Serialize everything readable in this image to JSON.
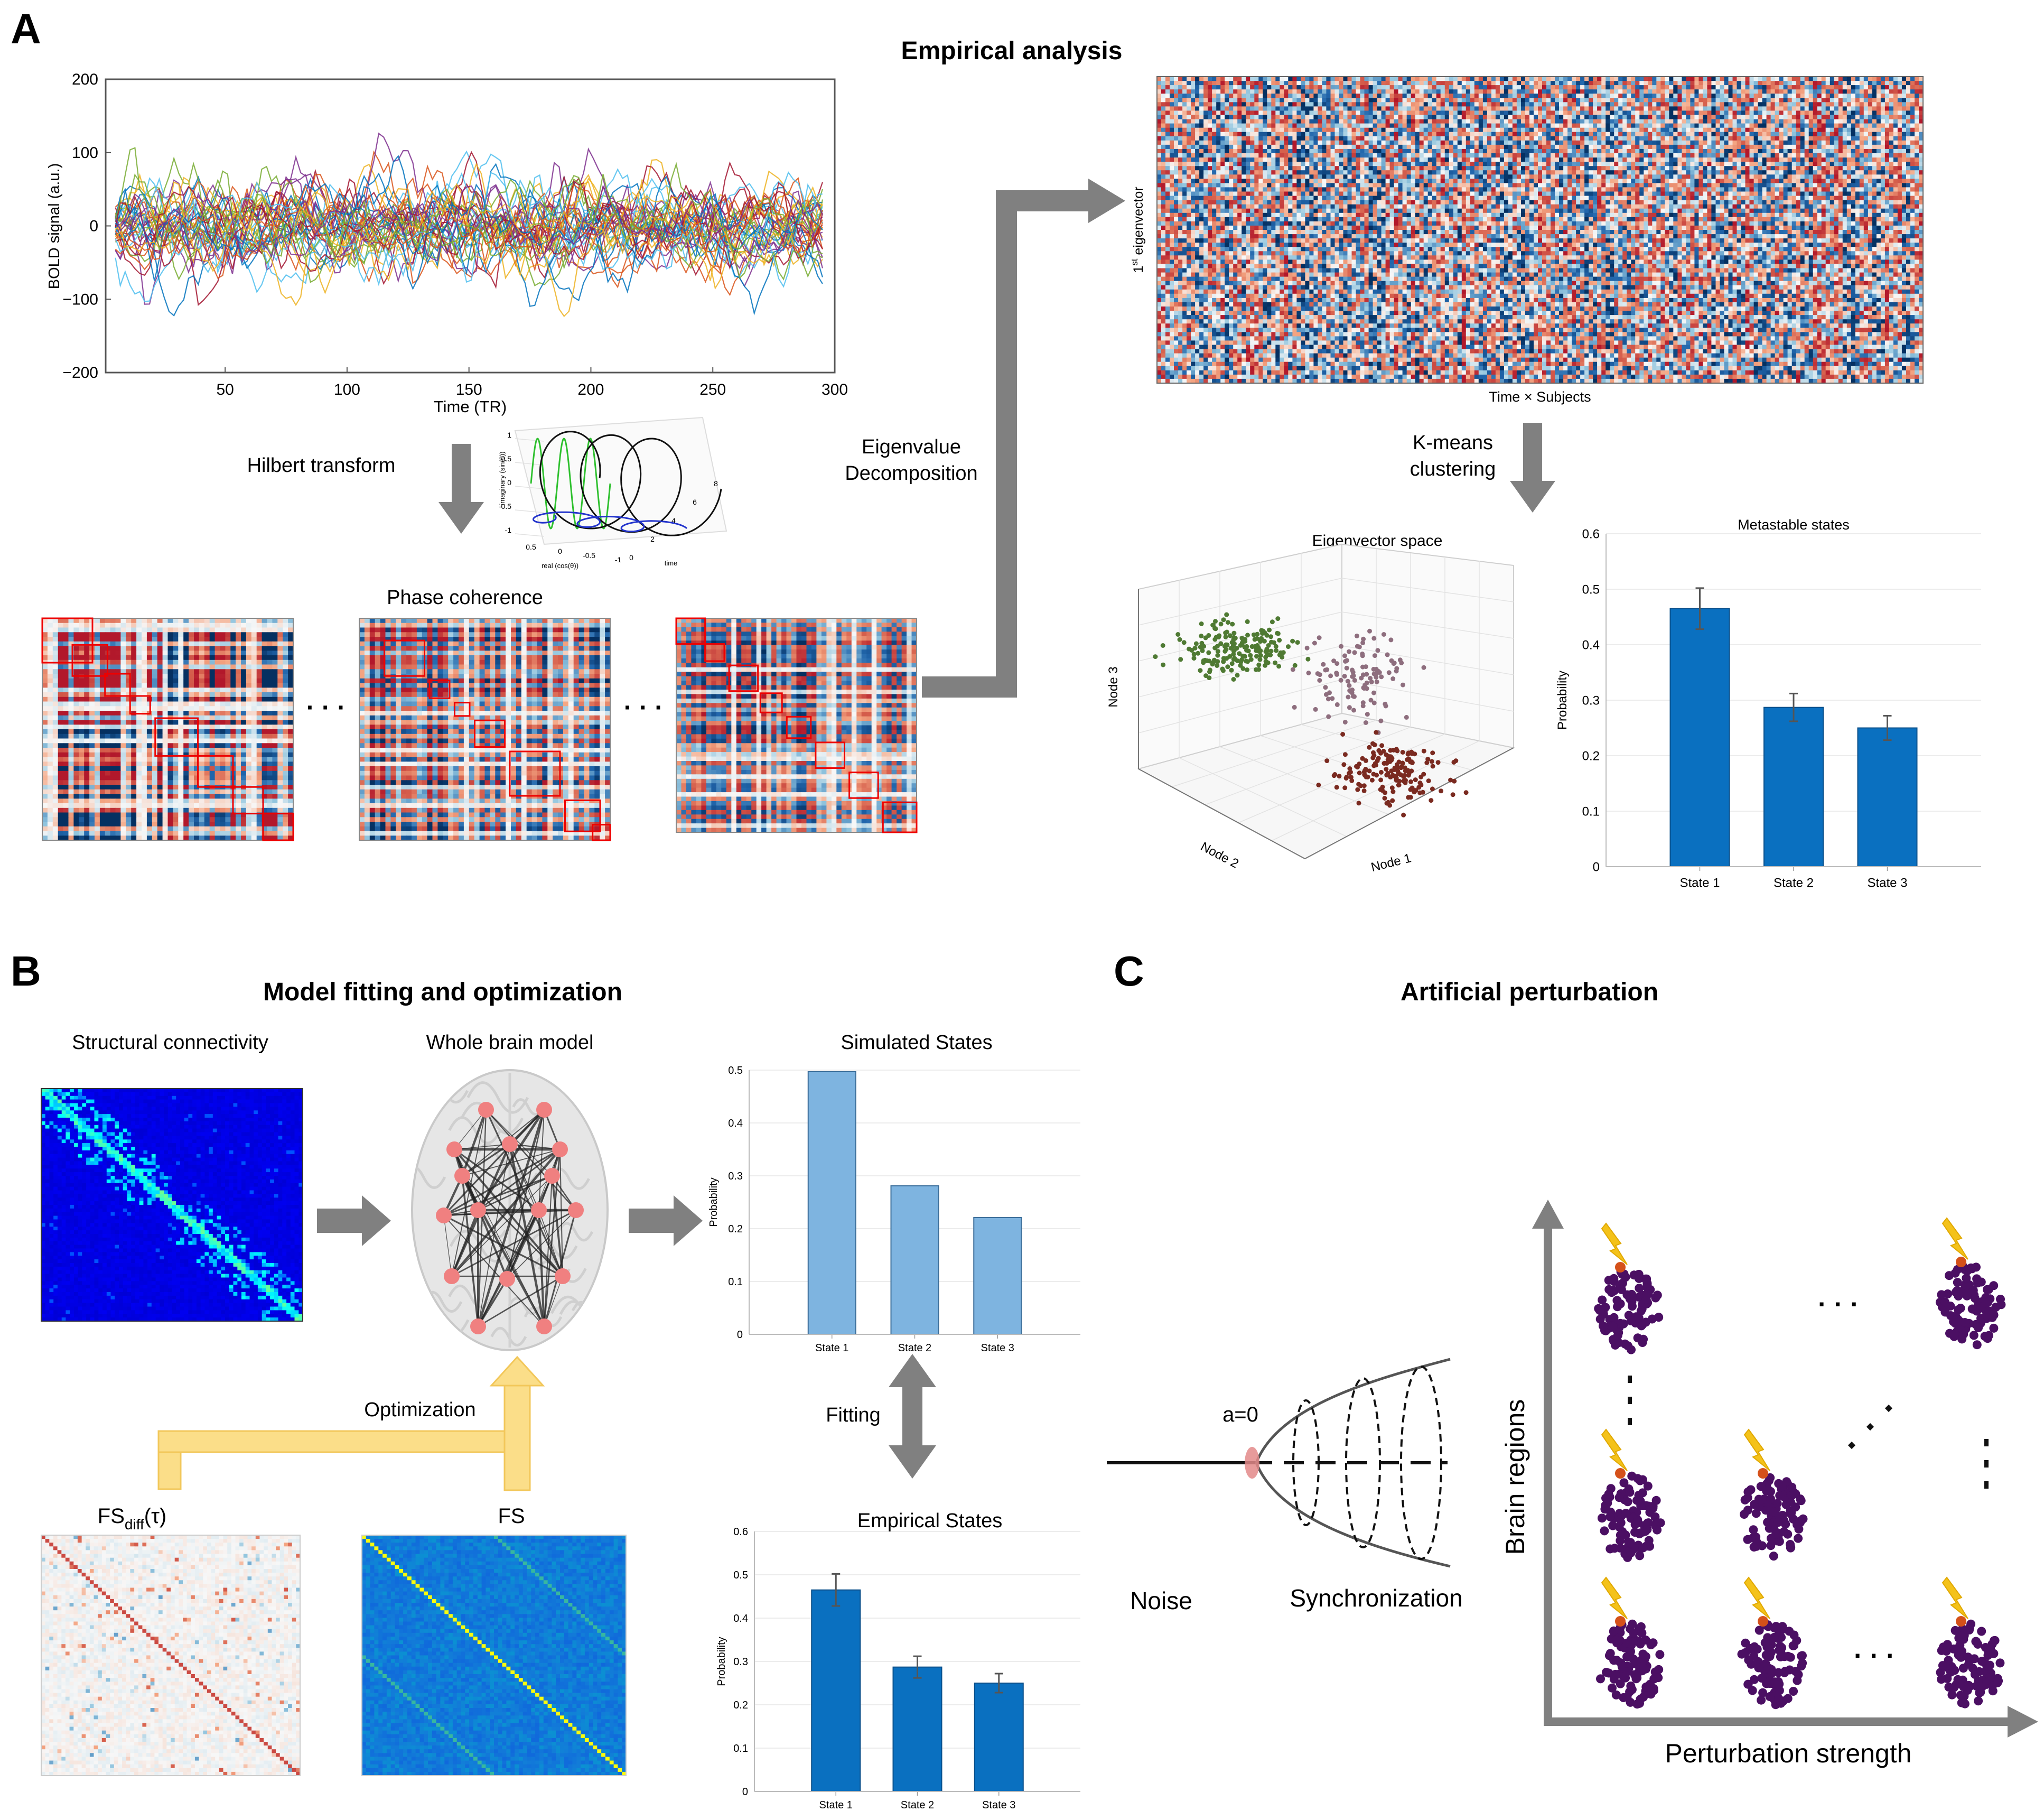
{
  "panels": {
    "A": {
      "letter": "A",
      "title": "Empirical analysis",
      "bold_plot": {
        "ylabel": "BOLD signal (a.u.)",
        "xlabel": "Time (TR)",
        "yticks": [
          "200",
          "100",
          "0",
          "−100",
          "−200"
        ],
        "xticks": [
          "50",
          "100",
          "150",
          "200",
          "250",
          "300"
        ]
      },
      "hilbert_label": "Hilbert transform",
      "hilbert_inset": {
        "ylabel": "imaginary (sin(θ))",
        "xlabel": "real (cos(θ))",
        "tlabel": "time",
        "yticks": [
          "1",
          "0.5",
          "0",
          "-0.5",
          "-1"
        ],
        "xticks": [
          "0.5",
          "0",
          "-0.5",
          "-1"
        ],
        "tticks": [
          "0",
          "2",
          "4",
          "6",
          "8"
        ]
      },
      "phase_coherence_label": "Phase coherence",
      "ellipsis": "· · ·",
      "eigen_label_1": "Eigenvalue",
      "eigen_label_2": "Decomposition",
      "eigenvector_ylabel": "1st eigenvector",
      "eigenvector_ylabel_sup": "st",
      "eigenvector_ylabel_pre": "1",
      "eigenvector_ylabel_post": " eigenvector",
      "eigenvector_xlabel": "Time × Subjects",
      "kmeans_label_1": "K-means",
      "kmeans_label_2": "clustering",
      "scatter": {
        "title": "Eigenvector space",
        "zlabel": "Node 3",
        "xlabel": "Node 1",
        "ylabel": "Node 2"
      }
    },
    "B": {
      "letter": "B",
      "title": "Model fitting and optimization",
      "sc_label": "Structural connectivity",
      "model_label": "Whole brain model",
      "optimization_label": "Optimization",
      "fitting_label": "Fitting",
      "fsdiff_main": "FS",
      "fsdiff_sub": "diff",
      "fsdiff_arg": "(τ)",
      "fs_label": "FS"
    },
    "C": {
      "letter": "C",
      "title": "Artificial perturbation",
      "a_label": "a=0",
      "noise_label": "Noise",
      "sync_label": "Synchronization",
      "yaxis_label": "Brain regions",
      "xaxis_label": "Perturbation strength",
      "ellipsis": "· · ·"
    }
  },
  "colors": {
    "bar_dark": "#0a70c0",
    "bar_light": "#7eb4e0",
    "arrow_gray": "#808080",
    "arrow_yellow": "#fbdd83",
    "node_red": "#f08080",
    "cluster_green": "#4f7a33",
    "cluster_purple": "#8e6e7e",
    "cluster_brown": "#7a2a20",
    "brain_region": "#4b0f63",
    "lightning": "#f4c21a",
    "perturbed_node": "#d5511a"
  },
  "chart_data": [
    {
      "type": "bar",
      "title": "Metastable states",
      "ylabel": "Probability",
      "categories": [
        "State 1",
        "State 2",
        "State 3"
      ],
      "values": [
        0.465,
        0.287,
        0.25
      ],
      "errors": [
        0.037,
        0.025,
        0.022
      ],
      "ylim": [
        0,
        0.6
      ],
      "yticks": [
        0,
        0.1,
        0.2,
        0.3,
        0.4,
        0.5,
        0.6
      ],
      "grid": true
    },
    {
      "type": "bar",
      "title": "Simulated States",
      "ylabel": "Probability",
      "categories": [
        "State 1",
        "State 2",
        "State 3"
      ],
      "values": [
        0.497,
        0.281,
        0.221
      ],
      "ylim": [
        0,
        0.5
      ],
      "yticks": [
        0,
        0.1,
        0.2,
        0.3,
        0.4,
        0.5
      ],
      "grid": true
    },
    {
      "type": "bar",
      "title": "Empirical States",
      "ylabel": "Probability",
      "categories": [
        "State 1",
        "State 2",
        "State 3"
      ],
      "values": [
        0.465,
        0.287,
        0.25
      ],
      "errors": [
        0.037,
        0.025,
        0.022
      ],
      "ylim": [
        0,
        0.6
      ],
      "yticks": [
        0,
        0.1,
        0.2,
        0.3,
        0.4,
        0.5,
        0.6
      ],
      "grid": true
    }
  ]
}
